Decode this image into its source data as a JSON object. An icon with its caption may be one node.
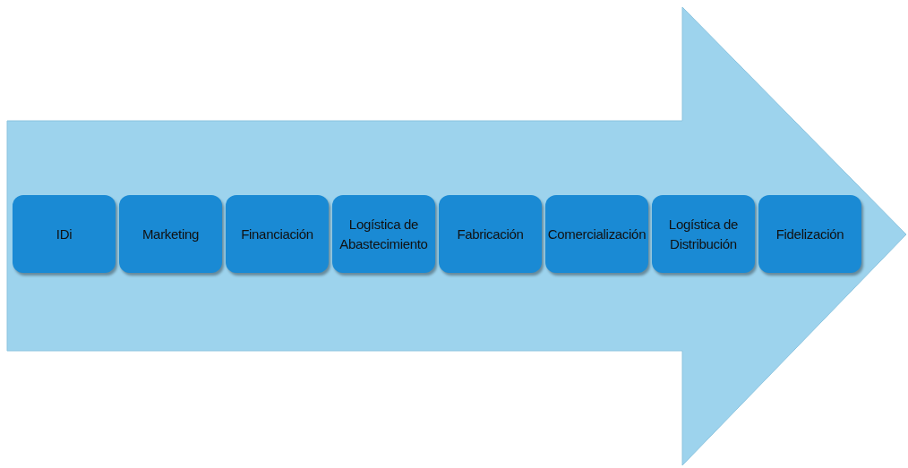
{
  "diagram": {
    "nodes": [
      {
        "text": [],
        "shape": "arrow"
      },
      {
        "text": [
          "IDi"
        ],
        "in": 0
      },
      {
        "text": [
          "Marketing"
        ],
        "in": 0
      },
      {
        "text": [
          "Financiación"
        ],
        "in": 0
      },
      {
        "text": [
          "Logística de Abastecimiento"
        ],
        "in": 0
      },
      {
        "text": [
          "Fabricación"
        ],
        "in": 0
      },
      {
        "text": [
          "Comercialización"
        ],
        "in": 0
      },
      {
        "text": [
          "Logística de Distribución"
        ],
        "in": 0
      },
      {
        "text": [
          "Fidelización"
        ],
        "in": 0
      }
    ],
    "edges": []
  }
}
